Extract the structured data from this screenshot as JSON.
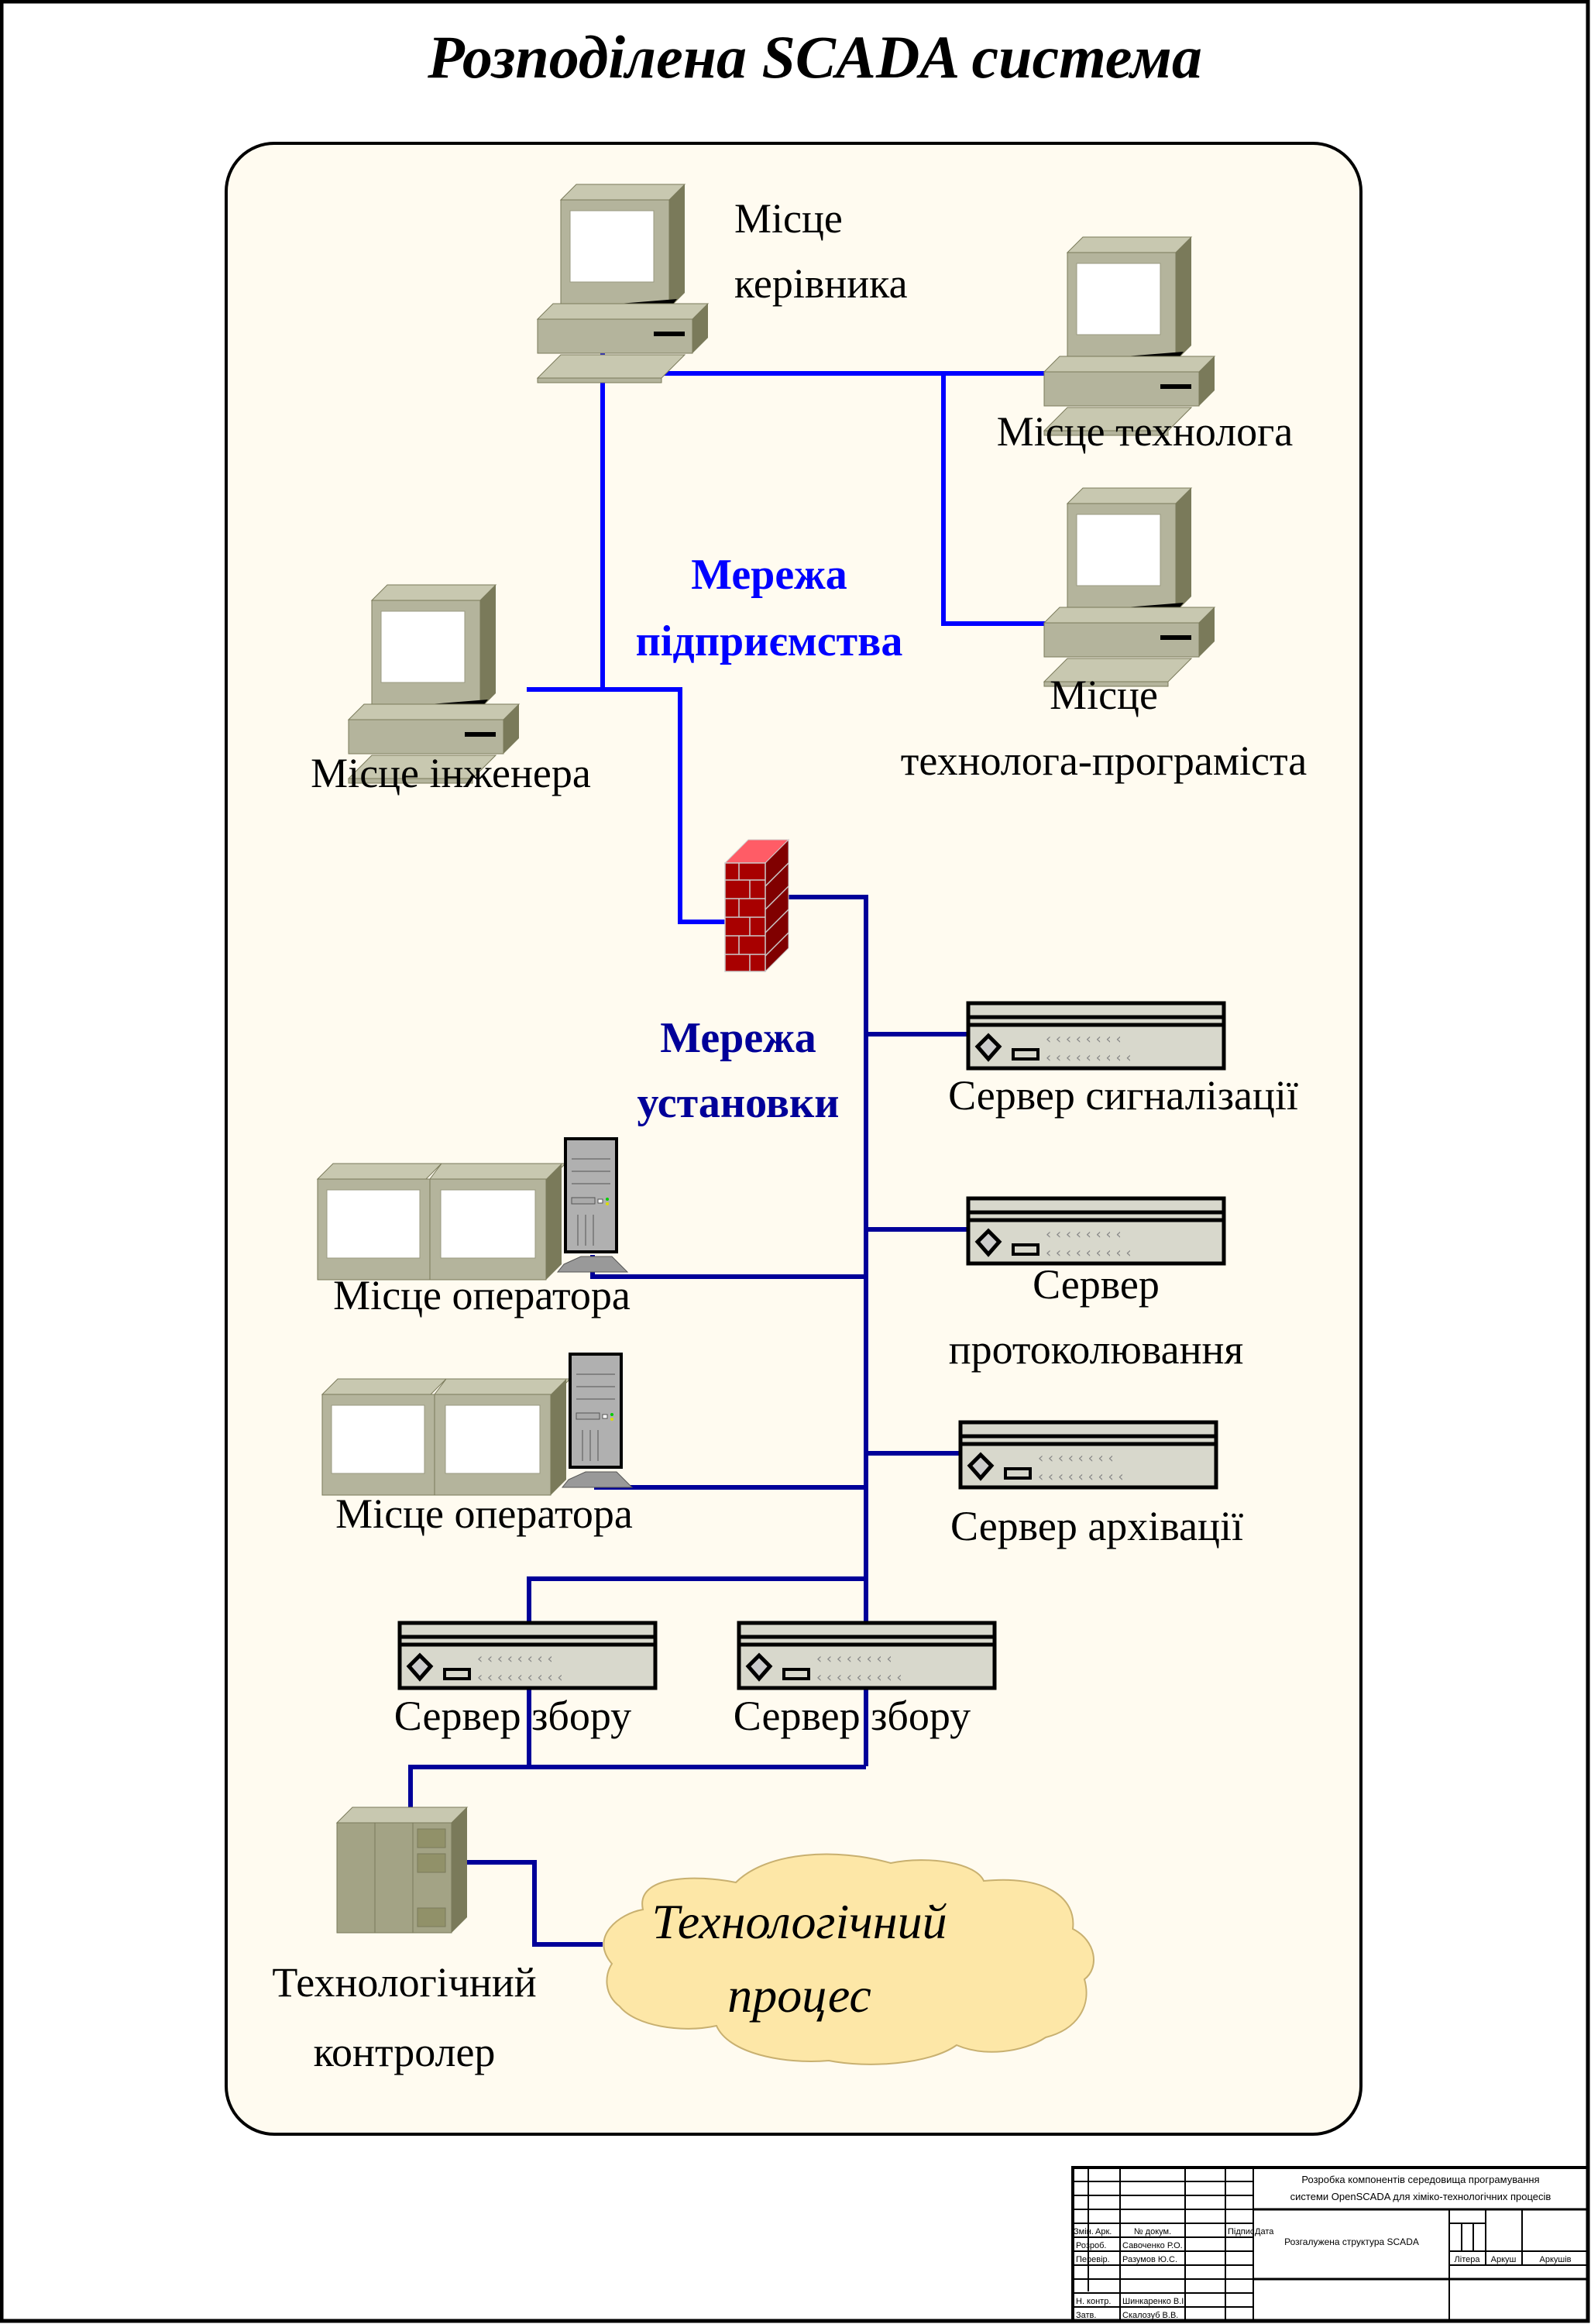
{
  "title": "Розподілена SCADA система",
  "networks": {
    "enterprise": [
      "Мережа",
      "підприємства"
    ],
    "plant": [
      "Мережа",
      "установки"
    ],
    "colors": {
      "enterprise": "#0000ff",
      "plant": "#000099"
    }
  },
  "workstations": {
    "manager": [
      "Місце",
      "керівника"
    ],
    "technologist": "Місце технолога",
    "technologist_programmer": [
      "Місце",
      "технолога-програміста"
    ],
    "engineer": "Місце інженера",
    "operator1": "Місце оператора",
    "operator2": "Місце оператора"
  },
  "servers": {
    "alarm": "Сервер сигналізації",
    "logging": [
      "Сервер",
      "протоколювання"
    ],
    "archive": "Сервер архівації",
    "acquisition1": "Сервер збору",
    "acquisition2": "Сервер збору"
  },
  "controller": [
    "Технологічний",
    "контролер"
  ],
  "process": [
    "Технологічний",
    "процес"
  ],
  "firewall": "firewall",
  "title_block": {
    "project": [
      "Розробка компонентів середовища програмування",
      "системи OpenSCADA  для хіміко-технологічних процесів"
    ],
    "drawing_name": "Розгалужена структура SCADA",
    "headers": [
      "Змін.",
      "Арк.",
      "№ докум.",
      "Підпис",
      "Дата"
    ],
    "roles": [
      {
        "role": "Розроб.",
        "name": "Савоченко Р.О."
      },
      {
        "role": "Перевір.",
        "name": "Разумов Ю.С."
      },
      {
        "role": "Н. контр.",
        "name": "Шинкаренко В.І."
      },
      {
        "role": "Затв.",
        "name": "Скалозуб В.В."
      }
    ],
    "sheet_labels": [
      "Літера",
      "Аркуш",
      "Аркушів"
    ]
  }
}
